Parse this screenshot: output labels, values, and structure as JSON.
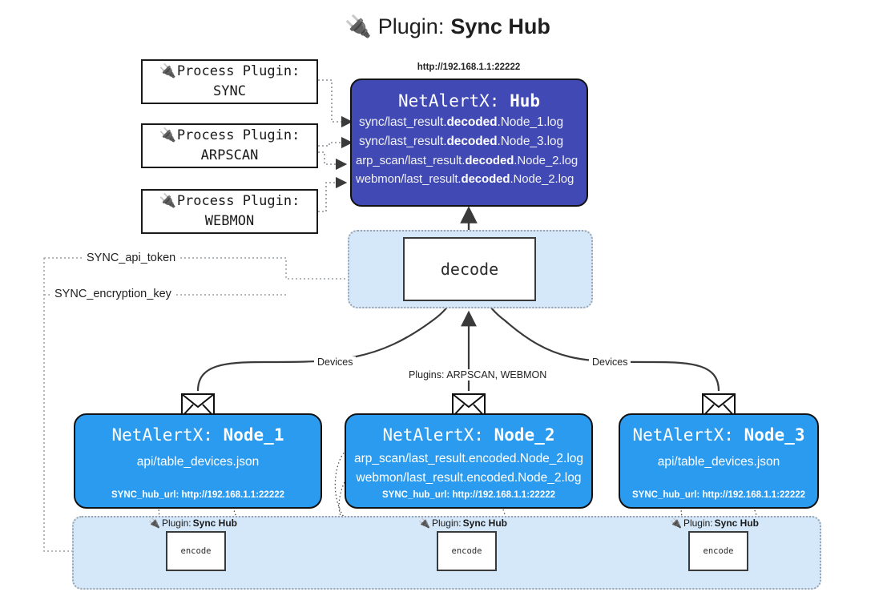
{
  "title": {
    "icon": "plug-icon",
    "prefix": "Plugin:",
    "name": "Sync Hub"
  },
  "colors": {
    "hub": "#4049b4",
    "node": "#2b9bf0",
    "container": "#d4e8fa",
    "border": "#121212",
    "dotted": "#9aa3ad",
    "page_bg": "#ffffff"
  },
  "process_plugins": [
    {
      "icon": "plug-icon",
      "line1": "Process Plugin:",
      "line2": "SYNC"
    },
    {
      "icon": "plug-icon",
      "line1": "Process Plugin:",
      "line2": "ARPSCAN"
    },
    {
      "icon": "plug-icon",
      "line1": "Process Plugin:",
      "line2": "WEBMON"
    }
  ],
  "hub": {
    "url_label": "http://192.168.1.1:22222",
    "title_prefix": "NetAlertX:",
    "title_name": "Hub",
    "logs": [
      {
        "pre": "sync/last_result.",
        "em": "decoded",
        "post": ".Node_1.log"
      },
      {
        "pre": "sync/last_result.",
        "em": "decoded",
        "post": ".Node_3.log"
      },
      {
        "pre": "arp_scan/last_result.",
        "em": "decoded",
        "post": ".Node_2.log"
      },
      {
        "pre": "webmon/last_result.",
        "em": "decoded",
        "post": ".Node_2.log"
      }
    ]
  },
  "decode": {
    "label": "decode"
  },
  "secrets": [
    {
      "label": "SYNC_api_token"
    },
    {
      "label": "SYNC_encryption_key"
    }
  ],
  "edge_labels": {
    "devices_left": "Devices",
    "devices_right": "Devices",
    "plugins_middle": "Plugins: ARPSCAN, WEBMON"
  },
  "nodes": [
    {
      "icon": "envelope-icon",
      "title_prefix": "NetAlertX:",
      "title_name": "Node_1",
      "lines": [
        "api/table_devices.json"
      ],
      "footer": "SYNC_hub_url: http://192.168.1.1:22222"
    },
    {
      "icon": "envelope-icon",
      "title_prefix": "NetAlertX:",
      "title_name": "Node_2",
      "lines": [
        "arp_scan/last_result.encoded.Node_2.log",
        "webmon/last_result.encoded.Node_2.log"
      ],
      "footer": "SYNC_hub_url: http://192.168.1.1:22222"
    },
    {
      "icon": "envelope-icon",
      "title_prefix": "NetAlertX:",
      "title_name": "Node_3",
      "lines": [
        "api/table_devices.json"
      ],
      "footer": "SYNC_hub_url: http://192.168.1.1:22222"
    }
  ],
  "encoders": [
    {
      "icon": "plug-icon",
      "tag_prefix": "Plugin:",
      "tag_name": "Sync Hub",
      "label": "encode"
    },
    {
      "icon": "plug-icon",
      "tag_prefix": "Plugin:",
      "tag_name": "Sync Hub",
      "label": "encode"
    },
    {
      "icon": "plug-icon",
      "tag_prefix": "Plugin:",
      "tag_name": "Sync Hub",
      "label": "encode"
    }
  ]
}
